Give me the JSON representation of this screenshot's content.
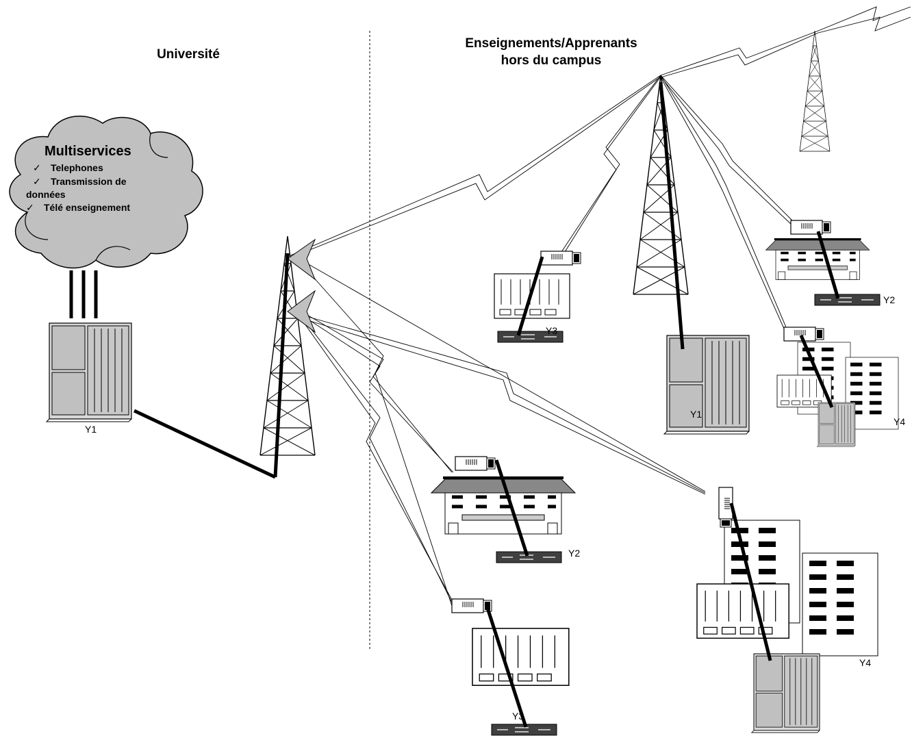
{
  "sections": {
    "left_title": "Université",
    "right_title_line1": "Enseignements/Apprenants",
    "right_title_line2": "hors du campus"
  },
  "cloud": {
    "title": "Multiservices",
    "check_mark": "✓",
    "items": [
      "Telephones",
      "Transmission de",
      "données",
      "Télé enseignement"
    ]
  },
  "nodes": {
    "y1_campus": "Y1",
    "y1_remote": "Y1",
    "y2_upper": "Y2",
    "y2_lower": "Y2",
    "y3_upper": "Y3",
    "y3_lower": "Y3",
    "y4_upper": "Y4",
    "y4_lower": "Y4"
  },
  "colors": {
    "stroke": "#000000",
    "equipment_fill": "#c8c8c8",
    "cloud_fill": "#c0c0c0",
    "dark_box": "#404040"
  }
}
